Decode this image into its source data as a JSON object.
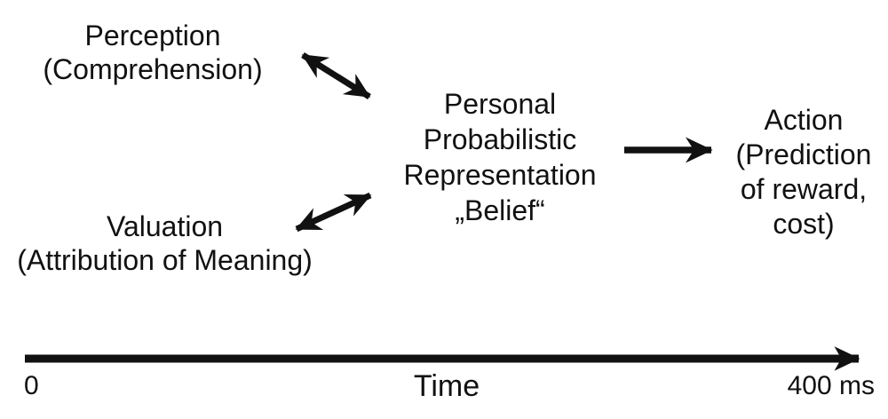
{
  "colors": {
    "text": "#111111",
    "arrow": "#111111",
    "background": "#ffffff"
  },
  "diagram": {
    "nodes": {
      "perception": {
        "lines": [
          "Perception",
          "(Comprehension)"
        ]
      },
      "valuation": {
        "lines": [
          "Valuation",
          "(Attribution of Meaning)"
        ]
      },
      "belief": {
        "lines": [
          "Personal",
          "Probabilistic",
          "Representation",
          "„Belief“"
        ]
      },
      "action": {
        "lines": [
          "Action",
          "(Prediction",
          "of reward,",
          "cost)"
        ]
      }
    },
    "arrows": [
      {
        "name": "perception-belief",
        "from": "perception",
        "to": "belief",
        "bidirectional": true
      },
      {
        "name": "valuation-belief",
        "from": "valuation",
        "to": "belief",
        "bidirectional": true
      },
      {
        "name": "belief-action",
        "from": "belief",
        "to": "action",
        "bidirectional": false
      }
    ],
    "timeline": {
      "origin_label": "0",
      "axis_label": "Time",
      "end_label": "400 ms"
    }
  }
}
